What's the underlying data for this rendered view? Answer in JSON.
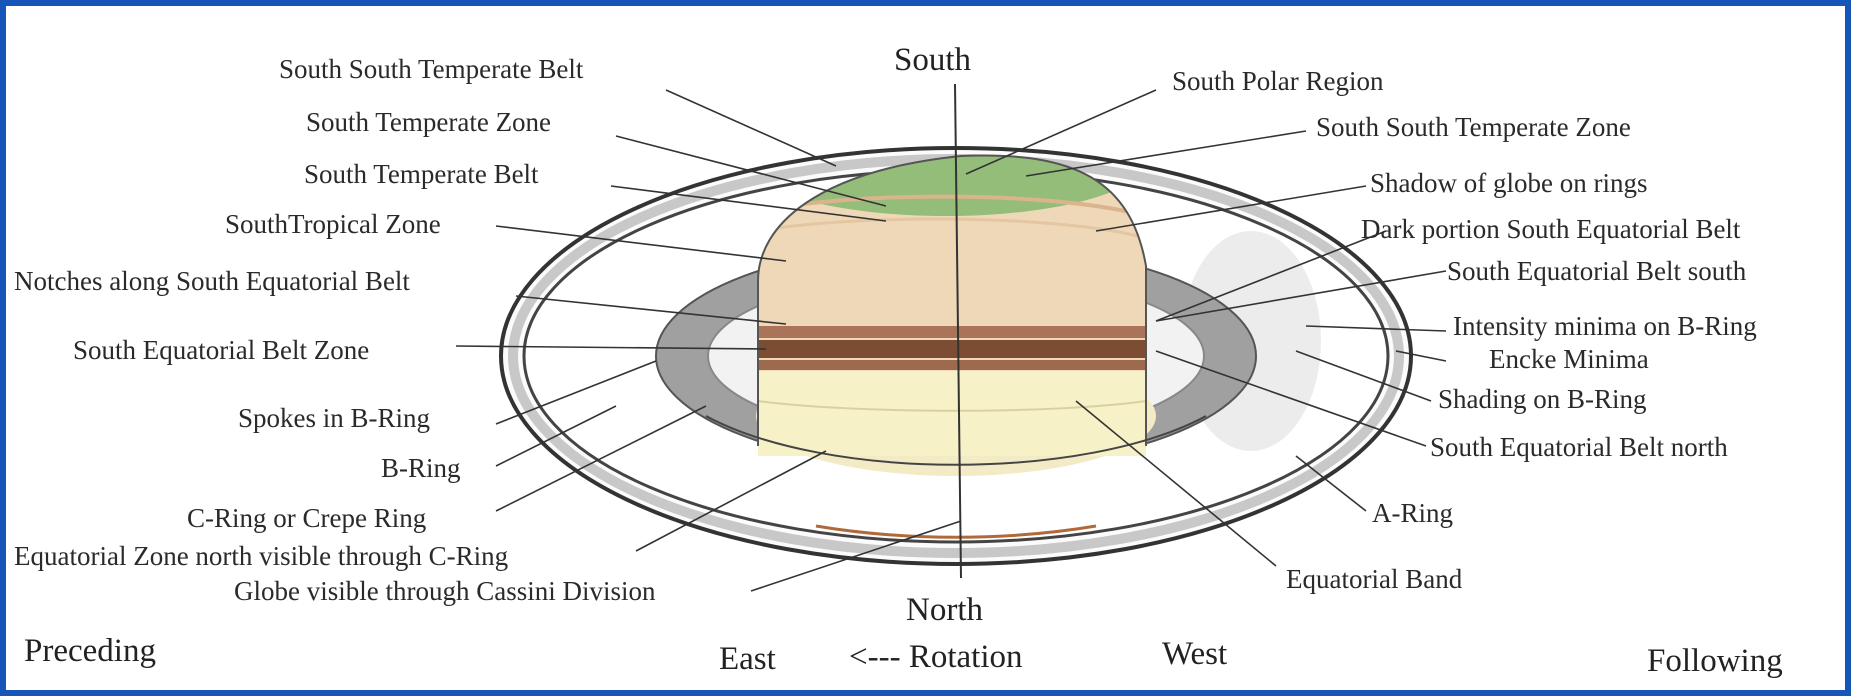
{
  "labels": {
    "south": "South",
    "north": "North",
    "south_south_temperate_belt": "South South Temperate Belt",
    "south_temperate_zone": "South Temperate Zone",
    "south_temperate_belt": "South Temperate Belt",
    "south_tropical_zone": "SouthTropical Zone",
    "notches_seb": "Notches along South Equatorial Belt",
    "seb_zone": "South Equatorial Belt Zone",
    "spokes_b_ring": "Spokes in B-Ring",
    "b_ring": "B-Ring",
    "c_ring": "C-Ring or Crepe Ring",
    "eq_zone_north_c_ring": "Equatorial Zone north visible through C-Ring",
    "globe_cassini": "Globe visible through Cassini Division",
    "south_polar_region": "South Polar Region",
    "south_south_temperate_zone": "South South Temperate Zone",
    "shadow_globe_rings": "Shadow of globe on rings",
    "dark_portion_seb": "Dark portion South Equatorial Belt",
    "seb_south": "South Equatorial Belt south",
    "intensity_minima_b_ring": "Intensity minima on B-Ring",
    "encke_minima": "Encke Minima",
    "shading_b_ring": "Shading on B-Ring",
    "seb_north": "South Equatorial Belt north",
    "a_ring": "A-Ring",
    "equatorial_band": "Equatorial Band",
    "preceding": "Preceding",
    "east": "East",
    "rotation": "<--- Rotation",
    "west": "West",
    "following": "Following"
  },
  "colors": {
    "background": "#1656b8",
    "polar_green": "#8fba73",
    "globe_peach": "#efd8b8",
    "belt_brown": "#8a5a3a",
    "equatorial_cream": "#f7f1c8",
    "ring_gray": "#9a9a9a"
  }
}
